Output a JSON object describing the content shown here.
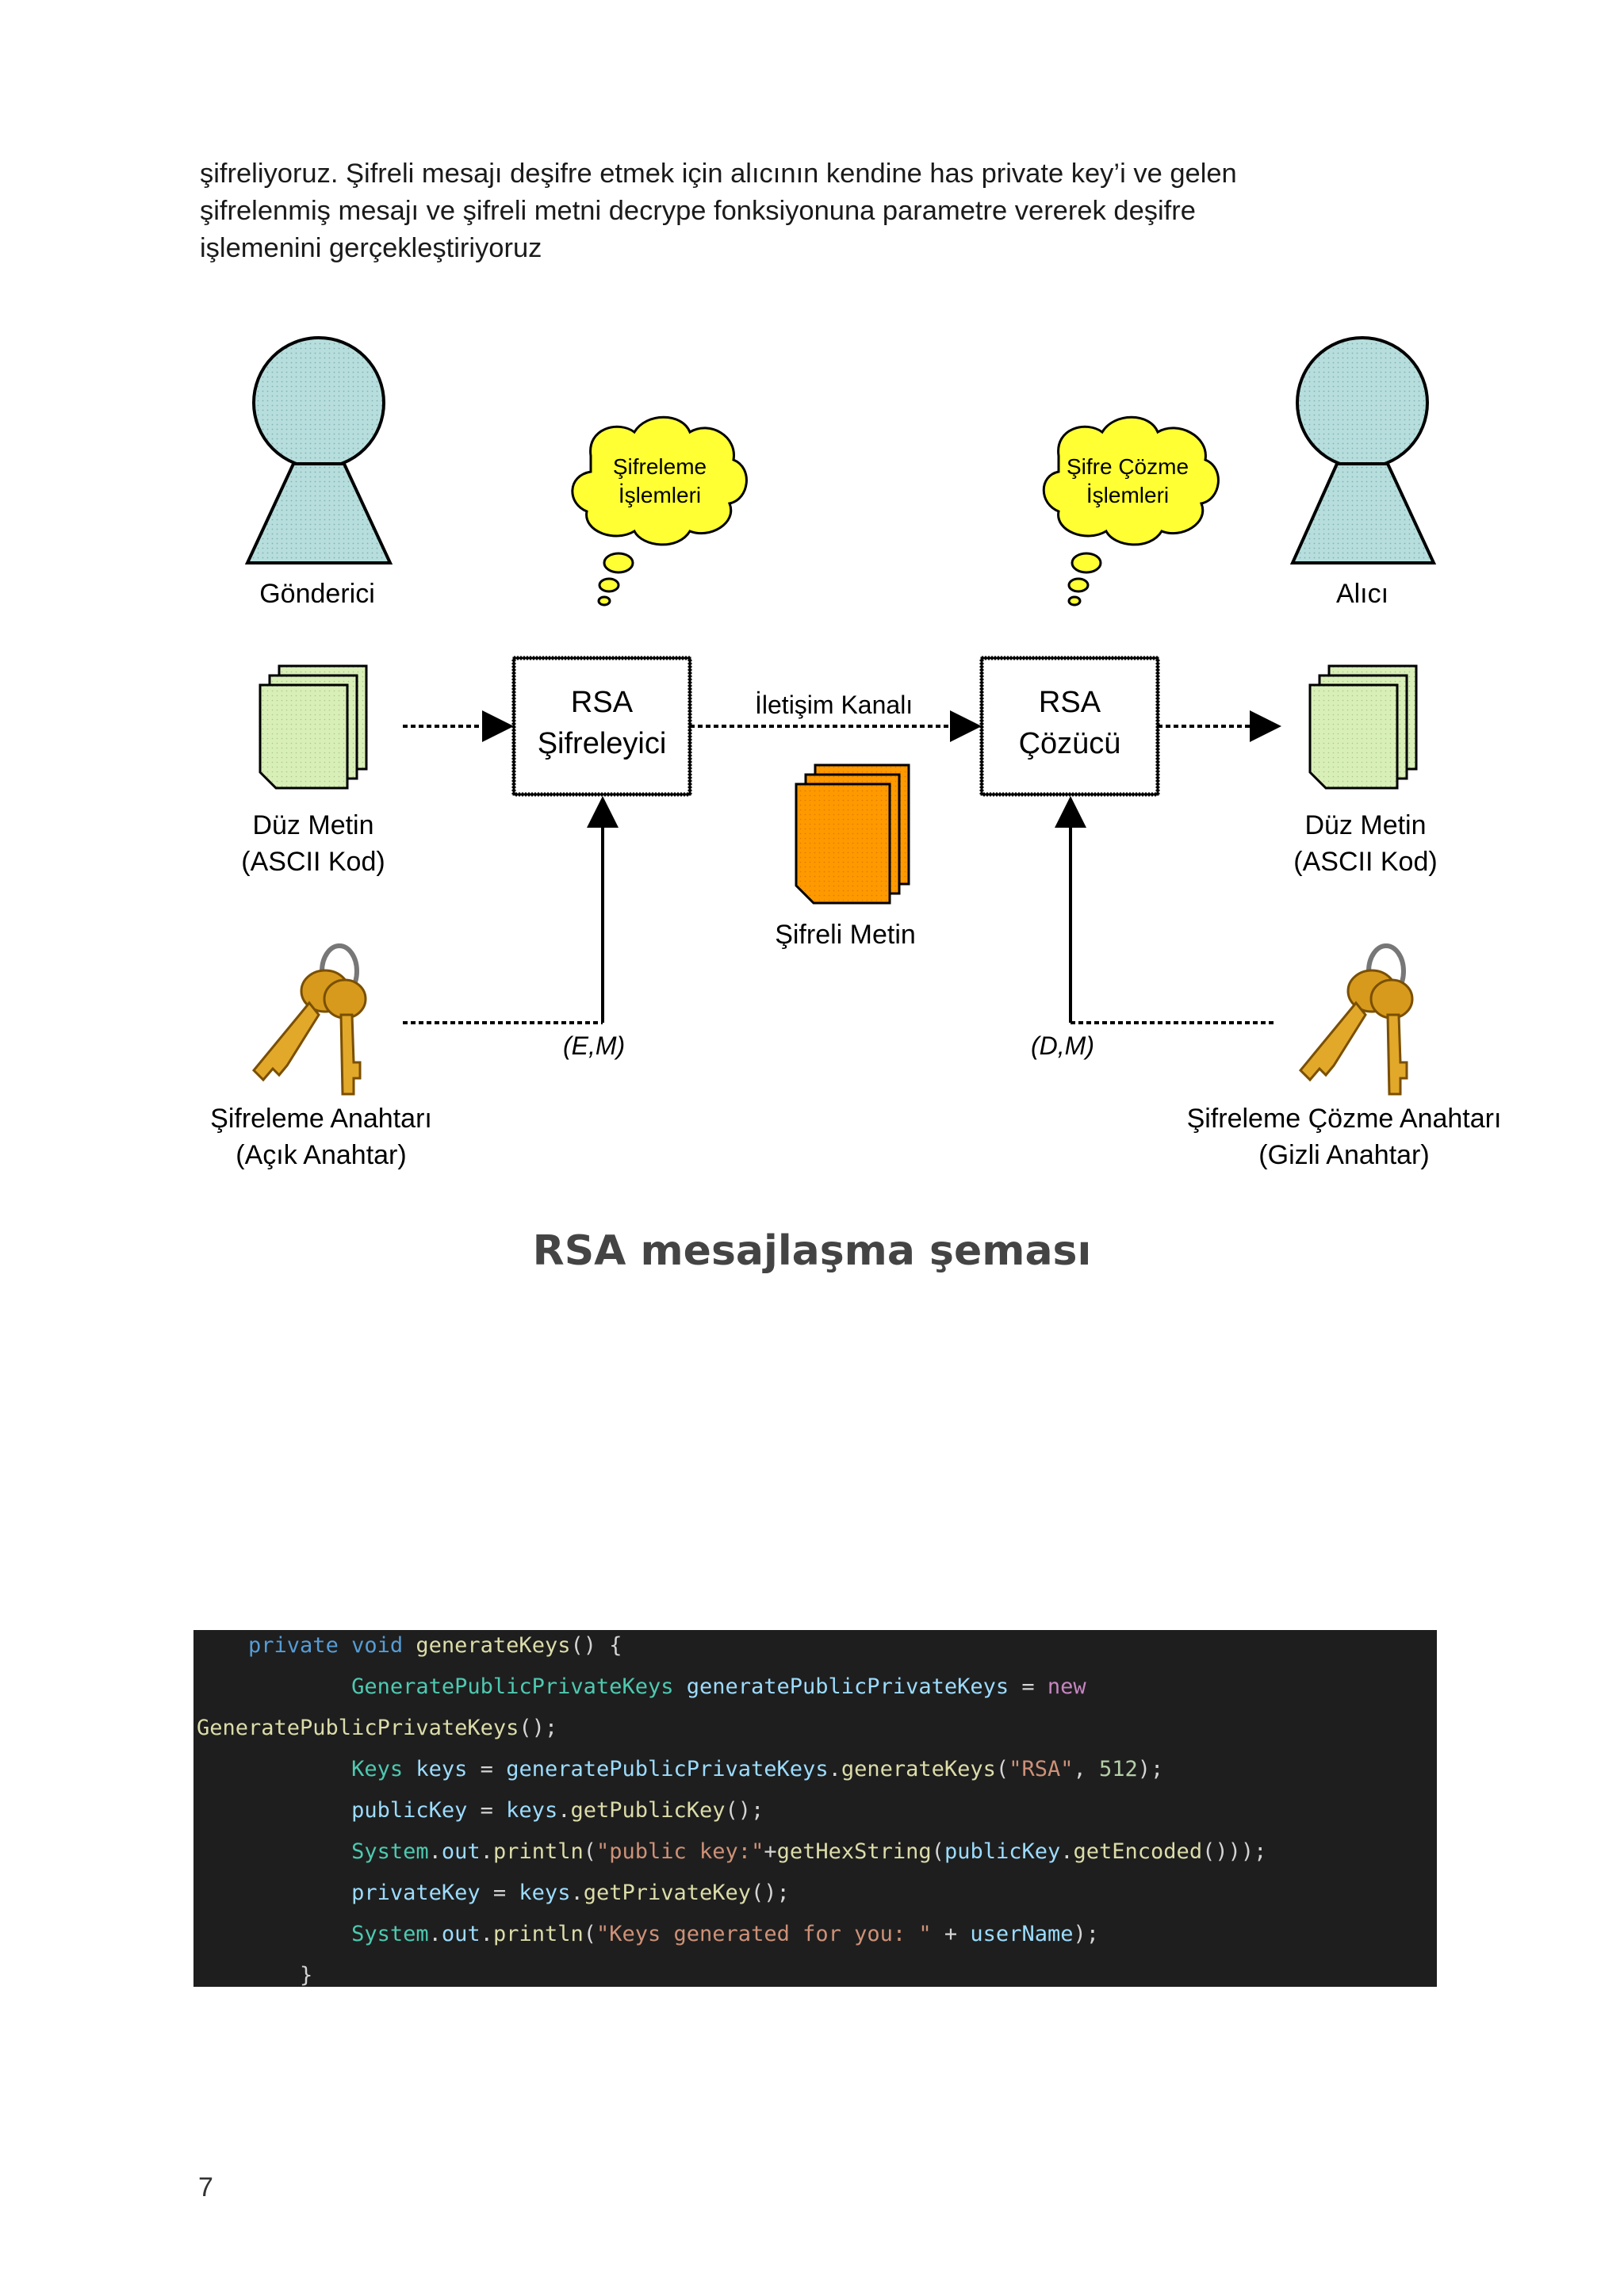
{
  "paragraph": {
    "line1": "şifreliyoruz. Şifreli mesajı deşifre etmek için alıcının kendine has private key’i ve gelen",
    "line2": "şifrelenmiş mesajı ve şifreli metni decrype fonksiyonuna parametre vererek deşifre",
    "line3": "işlemenini gerçekleştiriyoruz"
  },
  "diagram": {
    "sender_label": "Gönderici",
    "receiver_label": "Alıcı",
    "cloud_left_line1": "Şifreleme",
    "cloud_left_line2": "İşlemleri",
    "cloud_right_line1": "Şifre Çözme",
    "cloud_right_line2": "İşlemleri",
    "encryptor_line1": "RSA",
    "encryptor_line2": "Şifreleyici",
    "decryptor_line1": "RSA",
    "decryptor_line2": "Çözücü",
    "channel_label": "İletişim Kanalı",
    "plain_left_line1": "Düz Metin",
    "plain_left_line2": "(ASCII Kod)",
    "plain_right_line1": "Düz Metin",
    "plain_right_line2": "(ASCII Kod)",
    "cipher_label": "Şifreli Metin",
    "key_left_param": "(E,M)",
    "key_right_param": "(D,M)",
    "key_left_line1": "Şifreleme Anahtarı",
    "key_left_line2": "(Açık Anahtar)",
    "key_right_line1": "Şifreleme Çözme Anahtarı",
    "key_right_line2": "(Gizli Anahtar)",
    "colors": {
      "person": "#b7dedd",
      "cloud": "#ffff33",
      "paper_plain": "#d9efb8",
      "paper_cipher": "#ff9900",
      "key_gold": "#d79a1c"
    }
  },
  "caption": "RSA mesajlaşma şeması",
  "code": {
    "l1_a": "private",
    "l1_b": "void",
    "l1_c": "generateKeys",
    "l1_d": "() {",
    "l2_a": "GeneratePublicPrivateKeys",
    "l2_b": "generatePublicPrivateKeys",
    "l2_c": " = ",
    "l2_d": "new",
    "l3_a": "GeneratePublicPrivateKeys",
    "l3_b": "();",
    "l4_a": "Keys",
    "l4_b": "keys",
    "l4_c": " = ",
    "l4_d": "generatePublicPrivateKeys",
    "l4_e": ".",
    "l4_f": "generateKeys",
    "l4_g": "(",
    "l4_h": "\"RSA\"",
    "l4_i": ", ",
    "l4_j": "512",
    "l4_k": ");",
    "l5_a": "publicKey",
    "l5_b": " = ",
    "l5_c": "keys",
    "l5_d": ".",
    "l5_e": "getPublicKey",
    "l5_f": "();",
    "l6_a": "System",
    "l6_b": ".",
    "l6_c": "out",
    "l6_d": ".",
    "l6_e": "println",
    "l6_f": "(",
    "l6_g": "\"public key:\"",
    "l6_h": "+",
    "l6_i": "getHexString",
    "l6_j": "(",
    "l6_k": "publicKey",
    "l6_l": ".",
    "l6_m": "getEncoded",
    "l6_n": "()));",
    "l7_a": "privateKey",
    "l7_b": " = ",
    "l7_c": "keys",
    "l7_d": ".",
    "l7_e": "getPrivateKey",
    "l7_f": "();",
    "l8_a": "System",
    "l8_b": ".",
    "l8_c": "out",
    "l8_d": ".",
    "l8_e": "println",
    "l8_f": "(",
    "l8_g": "\"Keys generated for you: \"",
    "l8_h": " + ",
    "l8_i": "userName",
    "l8_j": ");",
    "l9_a": "}"
  },
  "page_number": "7"
}
